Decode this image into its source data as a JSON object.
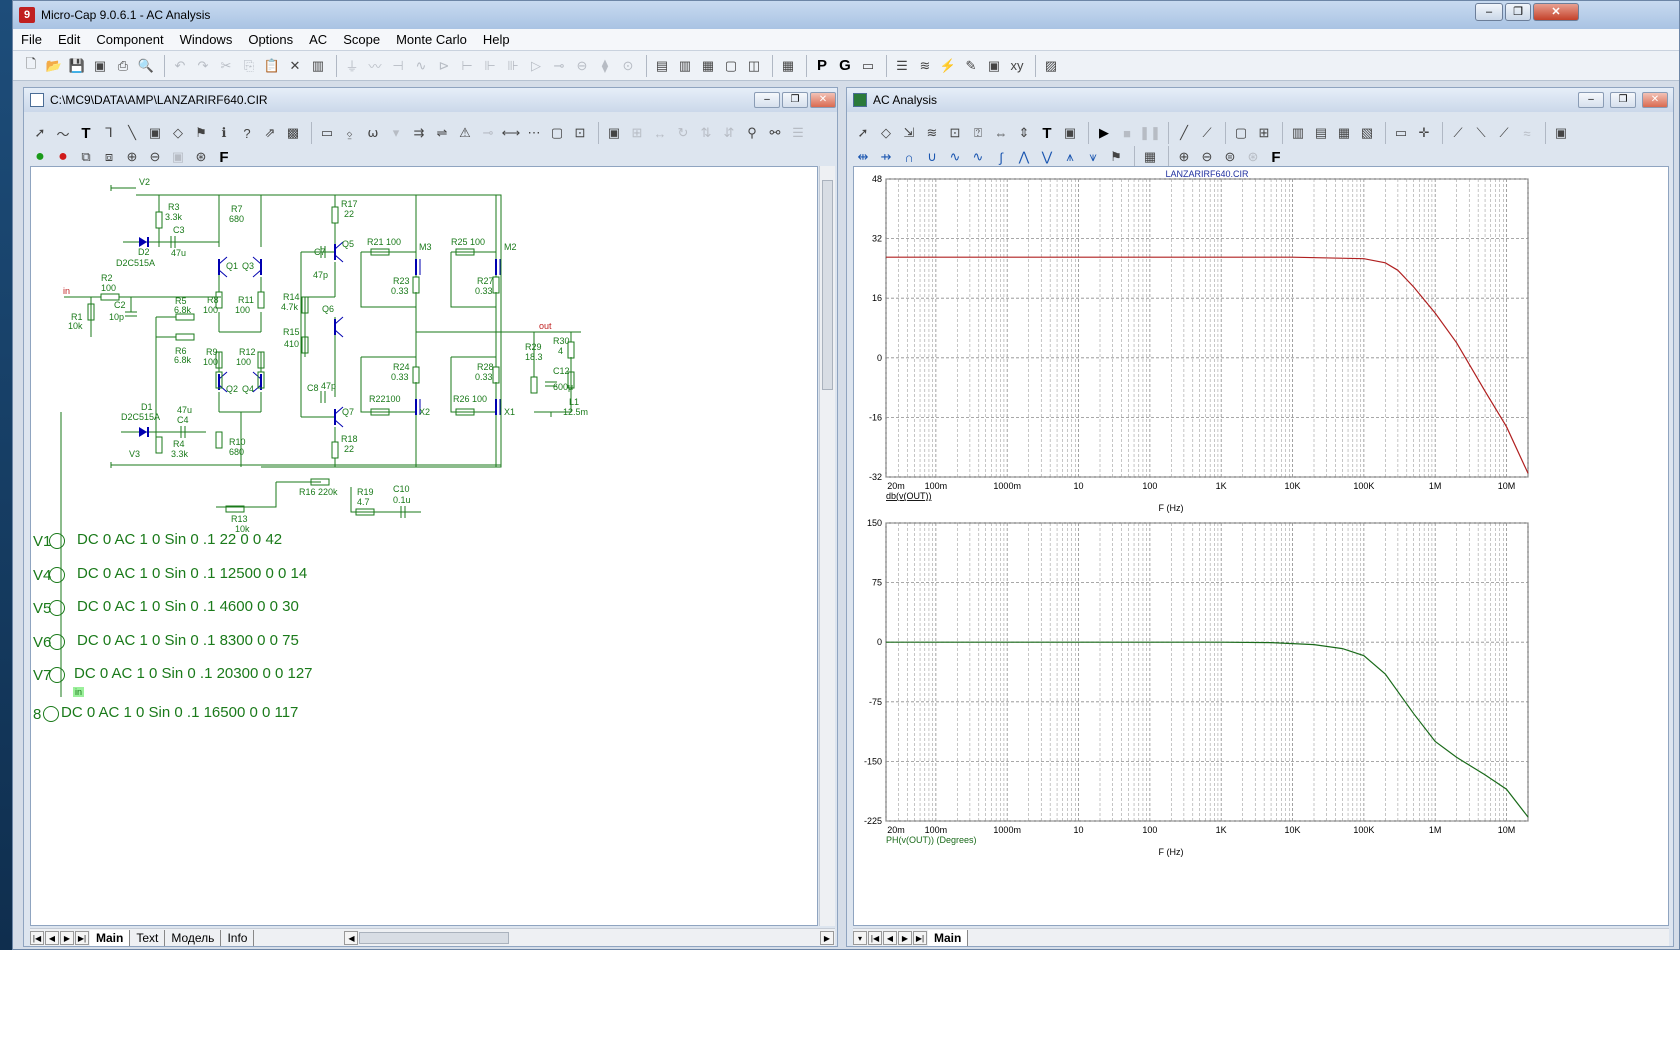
{
  "app": {
    "title": "Micro-Cap 9.0.6.1 - AC Analysis",
    "icon_glyph": "9"
  },
  "menu": [
    "File",
    "Edit",
    "Component",
    "Windows",
    "Options",
    "AC",
    "Scope",
    "Monte Carlo",
    "Help"
  ],
  "schematic_window": {
    "title": "C:\\MC9\\DATA\\AMP\\LANZARIRF640.CIR",
    "tabs": [
      "Main",
      "Text",
      "Модель",
      "Info"
    ],
    "active_tab": "Main",
    "labels": {
      "v2": "V2",
      "v3": "V3",
      "r3": "R3",
      "r3v": "3.3k",
      "c3": "C3",
      "c3v": "47u",
      "d2": "D2",
      "d2v": "D2C515A",
      "d1": "D1",
      "d1v": "D2C515A",
      "r2": "R2",
      "r2v": "100",
      "c2": "C2",
      "c2v": "10p",
      "r1": "R1",
      "r1v": "10k",
      "in": "in",
      "r7": "R7",
      "r7v": "680",
      "q1": "Q1",
      "q3": "Q3",
      "q2": "Q2",
      "q4": "Q4",
      "r5": "R5",
      "r5v": "6.8k",
      "r6": "R6",
      "r6v": "6.8k",
      "r8": "R8",
      "r8v": "100",
      "r11": "R11",
      "r11v": "100",
      "r9": "R9",
      "r9v": "100",
      "r12": "R12",
      "r12v": "100",
      "r17": "R17",
      "r17v": "22",
      "c7": "C7",
      "c7v": "47p",
      "q5": "Q5",
      "r14": "R14",
      "r14v": "4.7k",
      "q6": "Q6",
      "r15": "R15",
      "r15v": "410",
      "c8": "C8",
      "c8v": "47p",
      "q7": "Q7",
      "r18": "R18",
      "r18v": "22",
      "r21": "R21 100",
      "m3": "M3",
      "r23": "R23",
      "r23v": "0.33",
      "r25": "R25 100",
      "m2": "M2",
      "r27": "R27",
      "r27v": "0.33",
      "r22": "R22100",
      "x2": "X2",
      "r24": "R24",
      "r24v": "0.33",
      "r26": "R26 100",
      "x1": "X1",
      "r28": "R28",
      "r28v": "0.33",
      "out": "out",
      "r29": "R29",
      "r29v": "18.3",
      "r30": "R30",
      "r30v": "4",
      "c12": "C12",
      "c12v": "600μ",
      "l1": "L1",
      "l1v": "12.5m",
      "c4": "C4",
      "c4v": "47u",
      "r4": "R4",
      "r4v": "3.3k",
      "r10": "R10",
      "r10v": "680",
      "r16": "R16 220k",
      "r19": "R19",
      "r19v": "4.7",
      "c10": "C10",
      "c10v": "0.1u",
      "r13": "R13",
      "r13v": "10k"
    },
    "sources": [
      {
        "name": "V1",
        "spec": "DC 0 AC 1 0 Sin 0 .1 22 0 0 42"
      },
      {
        "name": "V4",
        "spec": "DC 0 AC 1 0 Sin 0 .1 12500 0 0 14"
      },
      {
        "name": "V5",
        "spec": "DC 0 AC 1 0 Sin 0 .1 4600 0 0 30"
      },
      {
        "name": "V6",
        "spec": "DC 0 AC 1 0 Sin 0 .1 8300 0 0 75"
      },
      {
        "name": "V7",
        "spec": "DC 0 AC 1 0 Sin 0 .1 20300 0 0 127"
      },
      {
        "name": "8",
        "spec": "DC 0 AC 1 0 Sin 0 .1 16500 0 0 117"
      }
    ],
    "in_tag": "in"
  },
  "analysis_window": {
    "title": "AC Analysis",
    "tabs": [
      "Main"
    ],
    "active_tab": "Main"
  },
  "colors": {
    "schematic_wire": "#1a7a1a",
    "schematic_component": "#0000b0",
    "schematic_text": "#1a7a1a",
    "gain_curve": "#b02020",
    "phase_curve": "#1a6a1a",
    "grid": "#8c8c8c"
  },
  "chart_data": [
    {
      "type": "line",
      "title": "LANZARIRF640.CIR",
      "xlabel": "F (Hz)",
      "ylabel": "db(v(OUT))",
      "x_scale": "log",
      "xlim": [
        0.02,
        20000000
      ],
      "ylim": [
        -32,
        48
      ],
      "x_tick_labels": [
        "20m",
        "100m",
        "1000m",
        "10",
        "100",
        "1K",
        "10K",
        "100K",
        "1M",
        "10M"
      ],
      "x_tick_values": [
        0.02,
        0.1,
        1,
        10,
        100,
        1000,
        10000,
        100000,
        1000000,
        10000000
      ],
      "y_ticks": [
        48,
        32,
        16,
        0,
        -16,
        -32
      ],
      "grid": true,
      "series": [
        {
          "name": "db(v(OUT))",
          "x": [
            0.02,
            0.1,
            1,
            10,
            100,
            1000,
            10000,
            100000,
            200000,
            300000,
            500000,
            1000000,
            2000000,
            5000000,
            10000000,
            20000000
          ],
          "y": [
            27,
            27,
            27,
            27,
            27,
            27,
            27,
            26.6,
            25.5,
            23.5,
            19,
            12,
            4,
            -9,
            -18.5,
            -31
          ]
        }
      ]
    },
    {
      "type": "line",
      "title": "",
      "xlabel": "F (Hz)",
      "ylabel": "PH(v(OUT)) (Degrees)",
      "x_scale": "log",
      "xlim": [
        0.02,
        20000000
      ],
      "ylim": [
        -225,
        150
      ],
      "x_tick_labels": [
        "20m",
        "100m",
        "1000m",
        "10",
        "100",
        "1K",
        "10K",
        "100K",
        "1M",
        "10M"
      ],
      "x_tick_values": [
        0.02,
        0.1,
        1,
        10,
        100,
        1000,
        10000,
        100000,
        1000000,
        10000000
      ],
      "y_ticks": [
        150,
        75,
        0,
        -75,
        -150,
        -225
      ],
      "grid": true,
      "series": [
        {
          "name": "PH(v(OUT)) (Degrees)",
          "x": [
            0.02,
            0.1,
            1,
            10,
            100,
            1000,
            5000,
            20000,
            50000,
            100000,
            200000,
            500000,
            1000000,
            2000000,
            5000000,
            10000000,
            20000000
          ],
          "y": [
            0,
            0,
            0,
            0,
            0,
            0,
            -0.5,
            -3,
            -8,
            -17,
            -40,
            -90,
            -125,
            -145,
            -167,
            -185,
            -220
          ]
        }
      ]
    }
  ]
}
